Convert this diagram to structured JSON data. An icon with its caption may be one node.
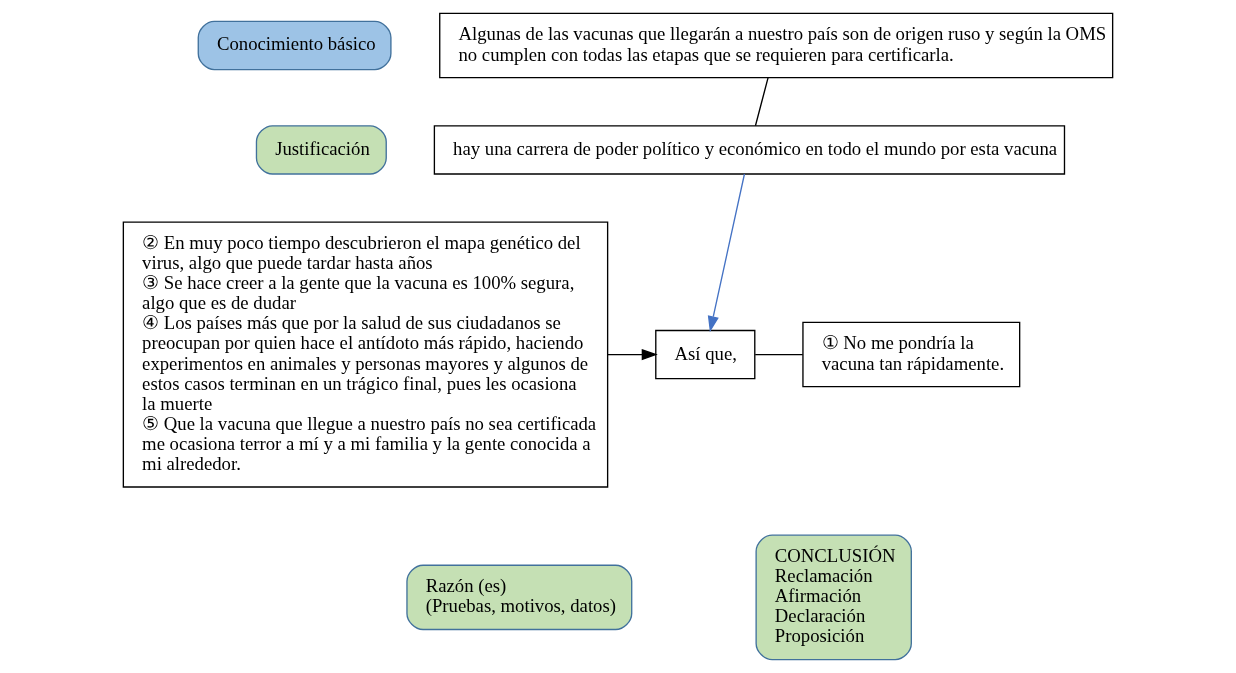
{
  "diagram": {
    "nodes": [
      {
        "text": [
          "Conocimiento básico"
        ]
      },
      {
        "text": [
          "Algunas de las vacunas que llegarán a nuestro país son de origen ruso y según la OMS no cumplen con todas las etapas que se requieren para certificarla."
        ]
      },
      {
        "text": [
          "Justificación"
        ]
      },
      {
        "text": [
          "hay una carrera de poder político y económico en todo el mundo por esta vacuna"
        ]
      },
      {
        "text": [
          "② En muy poco tiempo descubrieron el mapa genético del virus, algo que puede tardar hasta años",
          "③ Se hace creer a la gente que la vacuna es 100% segura, algo que es de dudar",
          "④ Los países más que por la salud de sus ciudadanos se preocupan por quien hace el antídoto más rápido, haciendo experimentos en animales y personas mayores y algunos de estos casos terminan en un trágico final, pues les ocasiona la muerte",
          "⑤ Que la vacuna que llegue a nuestro país no sea certificada me ocasiona terror a mí y a mi familia y la gente conocida a mi alrededor."
        ]
      },
      {
        "text": [
          "Así que,"
        ]
      },
      {
        "text": [
          "① No me pondría la vacuna tan rápidamente."
        ]
      },
      {
        "text": [
          "CONCLUSIÓN",
          "Reclamación",
          "Afirmación",
          "Declaración",
          "Proposición"
        ]
      },
      {
        "text": [
          "Razón (es)",
          "(Pruebas, motivos, datos)"
        ]
      }
    ],
    "edges": [
      {
        "from": 1,
        "to": 3,
        "arrow": "none"
      },
      {
        "from": 4,
        "to": 5,
        "arrow": "to"
      },
      {
        "from": 3,
        "to": 5,
        "arrow": "to",
        "color": "#4472c4"
      },
      {
        "from": 5,
        "to": 6,
        "arrow": "none"
      }
    ]
  }
}
